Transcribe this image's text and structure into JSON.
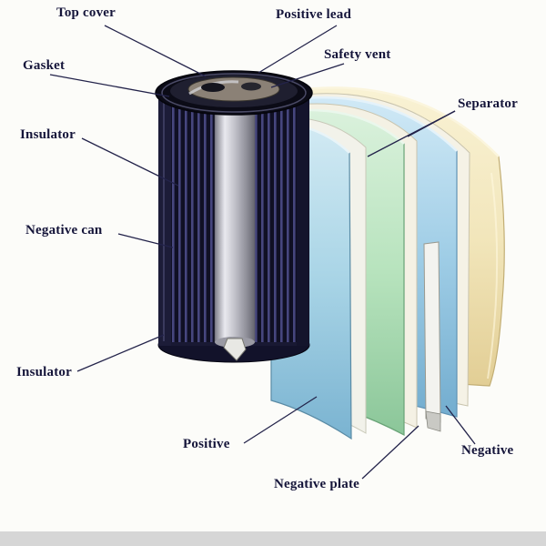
{
  "labels": {
    "top_cover": "Top cover",
    "positive_lead": "Positive lead",
    "gasket": "Gasket",
    "safety_vent": "Safety vent",
    "separator": "Separator",
    "insulator_top": "Insulator",
    "negative_can": "Negative can",
    "insulator_bottom": "Insulator",
    "positive": "Positive",
    "negative_plate": "Negative plate",
    "negative": "Negative"
  },
  "colors": {
    "background": "#fcfcf9",
    "label_text": "#15153a",
    "leader_line": "#23234a",
    "can_body": "#191933",
    "can_interior": "#101024",
    "can_stripe": "#46467e",
    "core_silver": "#c2c2ca",
    "cap_dark": "#0b0b16",
    "cap_center": "#8b8176",
    "sheet_blue_front": "#a8d4e6",
    "sheet_green": "#b7e3bd",
    "sheet_blue_back": "#9fcde6",
    "sheet_cream": "#f2e6bb",
    "sheet_white": "#f4f1e4",
    "plate_white": "#f3f3ef",
    "bottom_bar": "#d6d6d6"
  }
}
